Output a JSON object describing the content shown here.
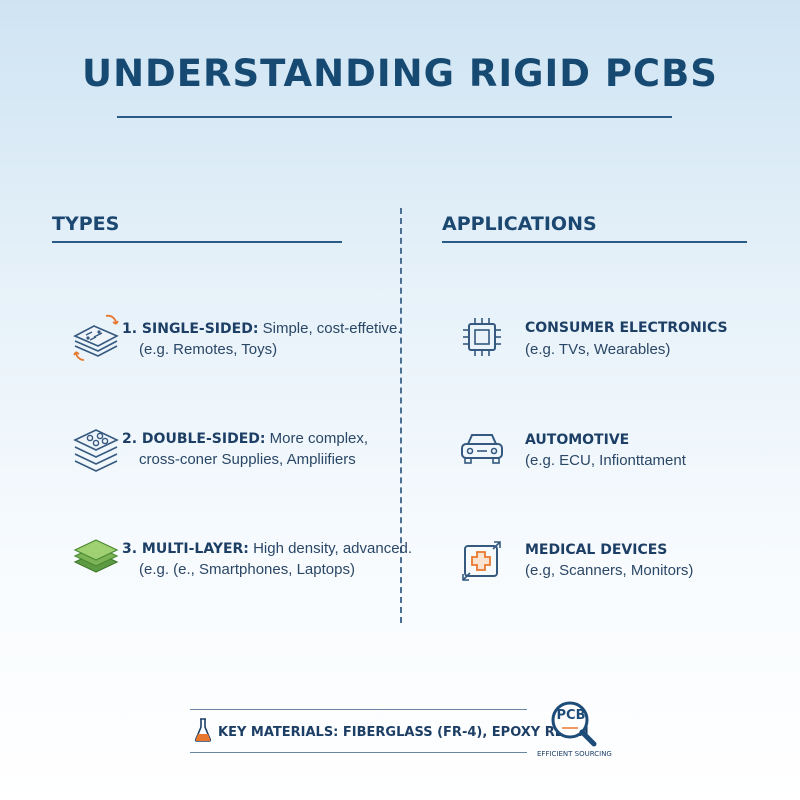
{
  "title": "UNDERSTANDING RIGID PCBS",
  "types": {
    "heading": "TYPES",
    "items": [
      {
        "label": "1. SINGLE-SIDED:",
        "desc": " Simple, cost-effetive.",
        "example": "(e.g. Remotes, Toys)",
        "icon": "single-layer-board-icon"
      },
      {
        "label": "2. DOUBLE-SIDED:",
        "desc": " More complex,",
        "example": "cross-coner Supplies, Ampliifiers",
        "icon": "double-layer-board-icon"
      },
      {
        "label": "3. MULTI-LAYER:",
        "desc": " High density, advanced.",
        "example": "(e.g. (e., Smartphones, Laptops)",
        "icon": "multi-layer-board-icon"
      }
    ]
  },
  "applications": {
    "heading": "APPLICATIONS",
    "items": [
      {
        "label": "CONSUMER ELECTRONICS",
        "example": "(e.g. TVs, Wearables)",
        "icon": "chip-icon"
      },
      {
        "label": "AUTOMOTIVE",
        "example": "(e.g. ECU, Infionttament",
        "icon": "car-icon"
      },
      {
        "label": "MEDICAL DEVICES",
        "example": "(e.g, Scanners, Monitors)",
        "icon": "medical-cross-icon"
      }
    ]
  },
  "footer": {
    "materials": "KEY MATERIALS: FIBERGLASS (FR-4), EPOXY RESIN",
    "materials_icon": "flask-icon",
    "logo_text": "PCB",
    "logo_subtext": "EFFICIENT SOURCING",
    "logo_icon": "magnifier-logo-icon"
  },
  "colors": {
    "heading": "#174a72",
    "accent_orange": "#e8782e",
    "multilayer_green": "#8cc063"
  }
}
